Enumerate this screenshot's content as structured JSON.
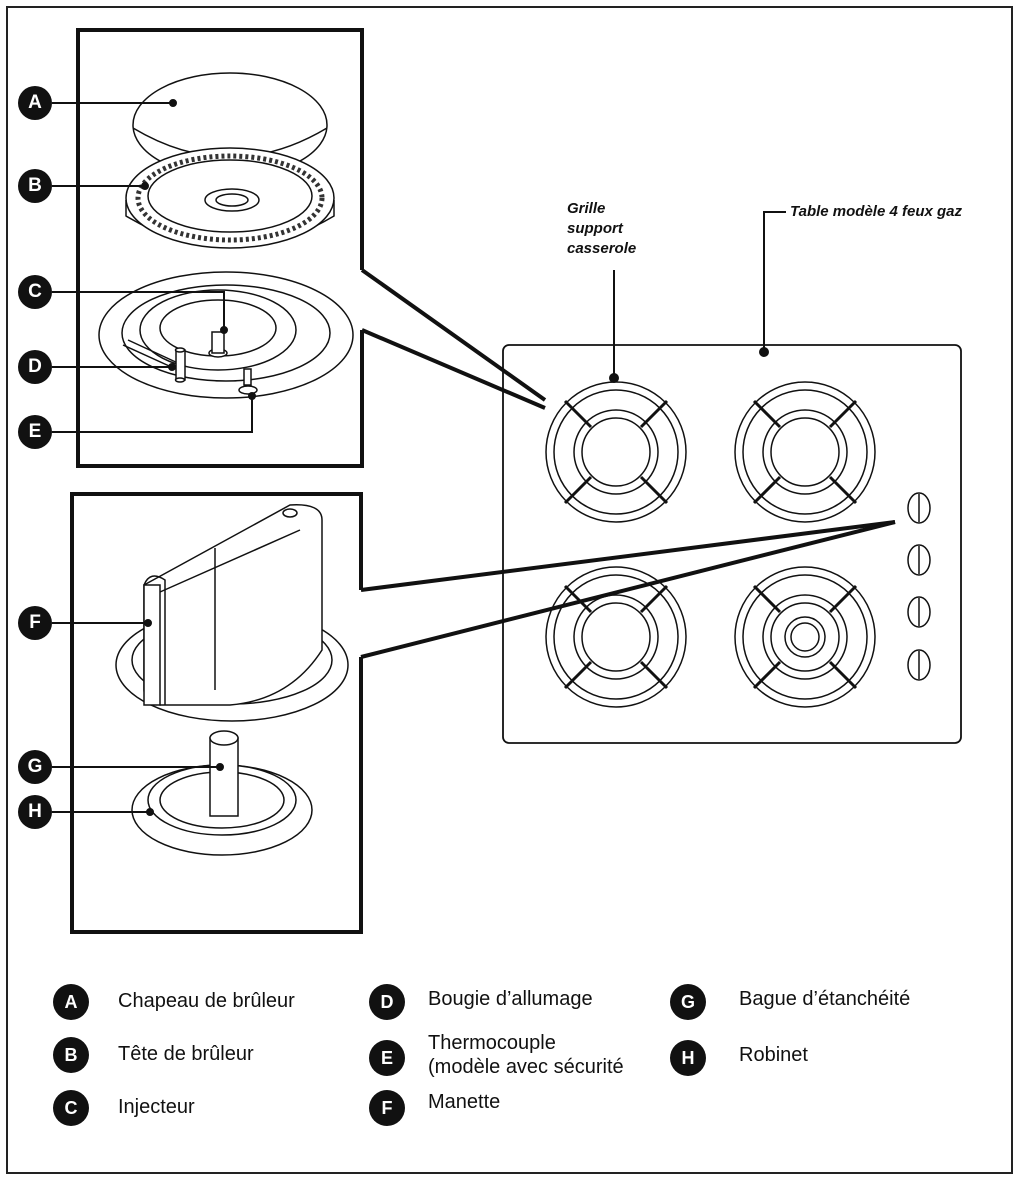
{
  "callouts": {
    "grille": [
      "Grille",
      "support",
      "casserole"
    ],
    "table": "Table modèle 4 feux gaz"
  },
  "part_letters": [
    "A",
    "B",
    "C",
    "D",
    "E",
    "F",
    "G",
    "H"
  ],
  "legend": [
    {
      "letter": "A",
      "lines": [
        "Chapeau de brûleur"
      ]
    },
    {
      "letter": "B",
      "lines": [
        "Tête de brûleur"
      ]
    },
    {
      "letter": "C",
      "lines": [
        "Injecteur"
      ]
    },
    {
      "letter": "D",
      "lines": [
        "Bougie d’allumage"
      ]
    },
    {
      "letter": "E",
      "lines": [
        "Thermocouple",
        "(modèle avec sécurité"
      ]
    },
    {
      "letter": "F",
      "lines": [
        "Manette"
      ]
    },
    {
      "letter": "G",
      "lines": [
        "Bague d’étanchéité"
      ]
    },
    {
      "letter": "H",
      "lines": [
        "Robinet"
      ]
    }
  ]
}
